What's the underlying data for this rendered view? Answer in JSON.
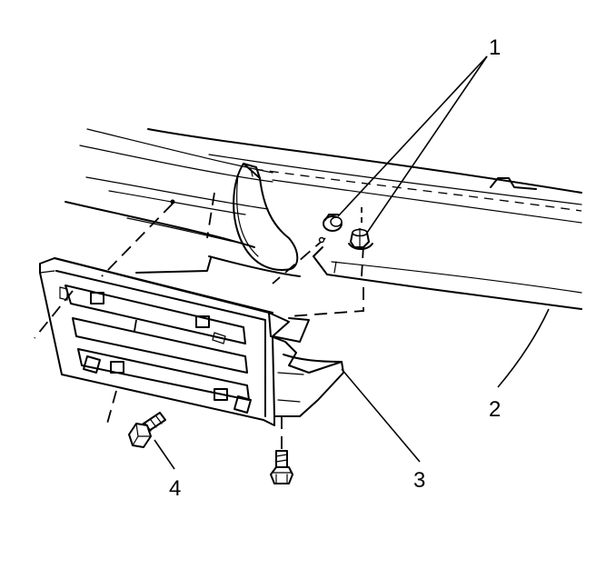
{
  "callouts": [
    {
      "id": "1",
      "text": "1"
    },
    {
      "id": "2",
      "text": "2"
    },
    {
      "id": "3",
      "text": "3"
    },
    {
      "id": "4",
      "text": "4"
    }
  ]
}
